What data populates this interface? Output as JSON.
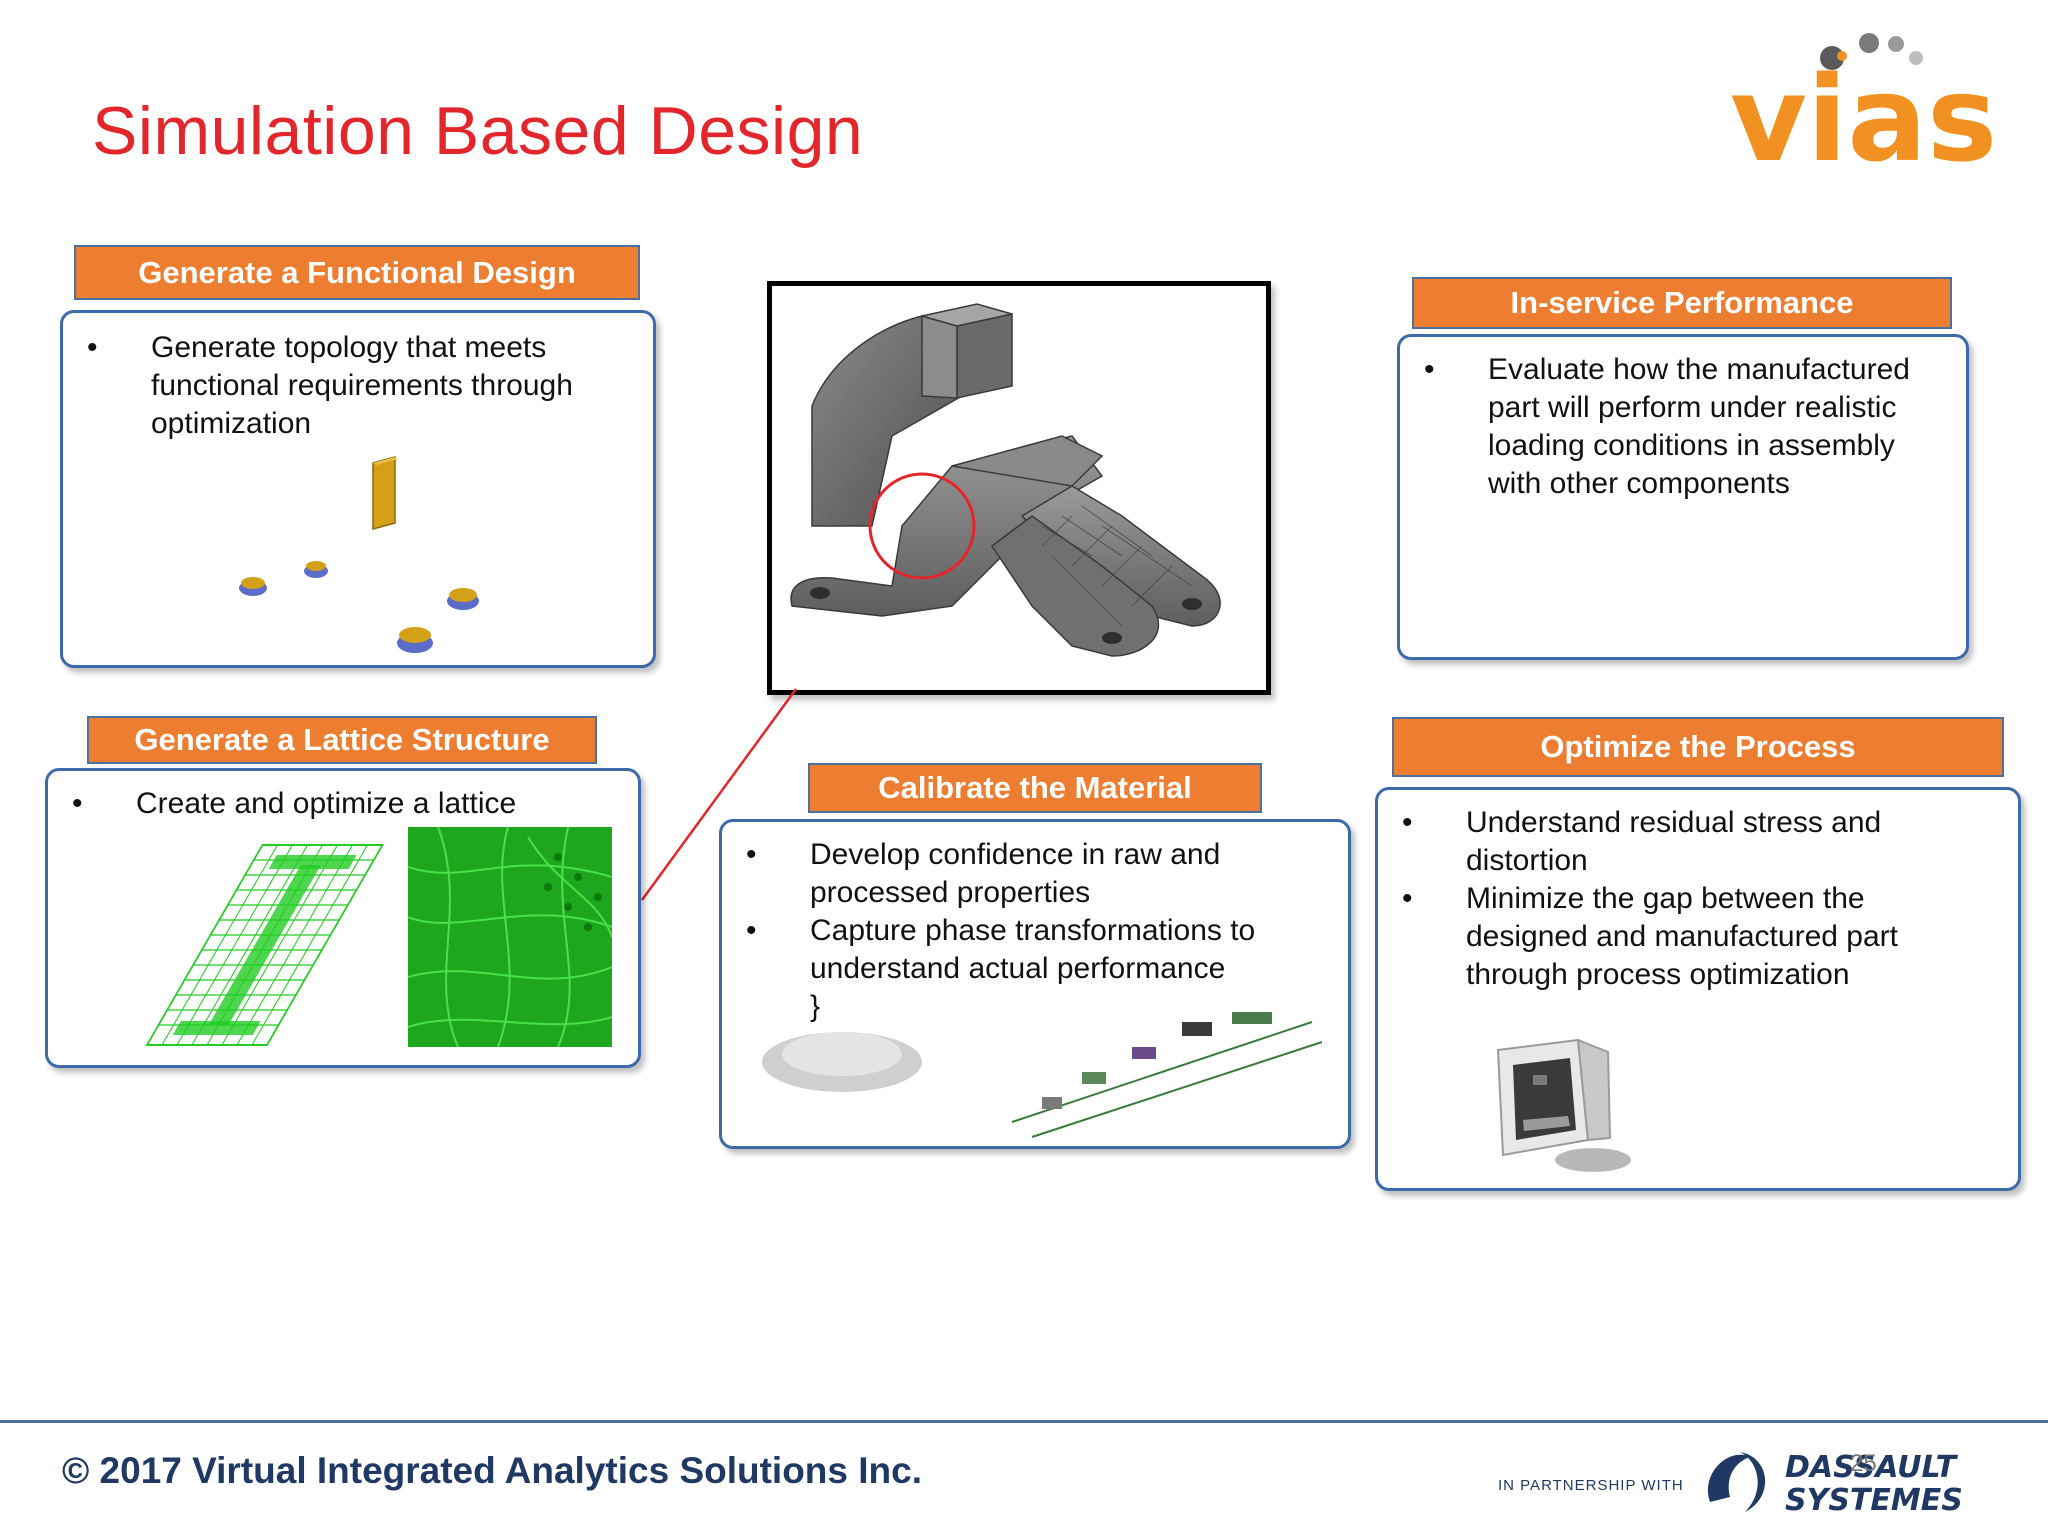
{
  "slide": {
    "title": "Simulation Based Design",
    "page_number": "25"
  },
  "logo": {
    "text": "vias",
    "icon": "vias-dots-logo",
    "color": "#f19121"
  },
  "panels": {
    "functional": {
      "header": "Generate a Functional Design",
      "bullets": [
        "Generate topology that meets functional requirements through optimization"
      ],
      "image_icon": "topology-optimization-image"
    },
    "lattice": {
      "header": "Generate a Lattice Structure",
      "bullets": [
        "Create and optimize a lattice"
      ],
      "image_icon": "lattice-structure-image"
    },
    "calibrate": {
      "header": "Calibrate the Material",
      "bullets": [
        "Develop confidence in raw and processed properties",
        "Capture phase transformations to understand actual performance"
      ],
      "image_icon": "material-powder-and-scales-image"
    },
    "inservice": {
      "header": "In-service Performance",
      "bullets": [
        "Evaluate how the manufactured part will perform under realistic loading conditions in assembly with other components"
      ]
    },
    "process": {
      "header": "Optimize the Process",
      "bullets": [
        "Understand residual stress and distortion",
        "Minimize the gap between the designed and manufactured part through process optimization"
      ],
      "image_icon": "3d-printer-image"
    }
  },
  "center_image": {
    "icon": "bracket-part-model-image",
    "highlight_color": "#e3262b"
  },
  "footer": {
    "copyright": "© 2017 Virtual Integrated Analytics Solutions Inc.",
    "partner_text": "IN PARTNERSHIP WITH",
    "partner_logo_line1": "DASSAULT",
    "partner_logo_line2": "SYSTEMES"
  },
  "colors": {
    "title": "#e3262b",
    "header_bg": "#ec7d31",
    "box_border": "#3d6aa8",
    "footer_text": "#1f3864"
  }
}
